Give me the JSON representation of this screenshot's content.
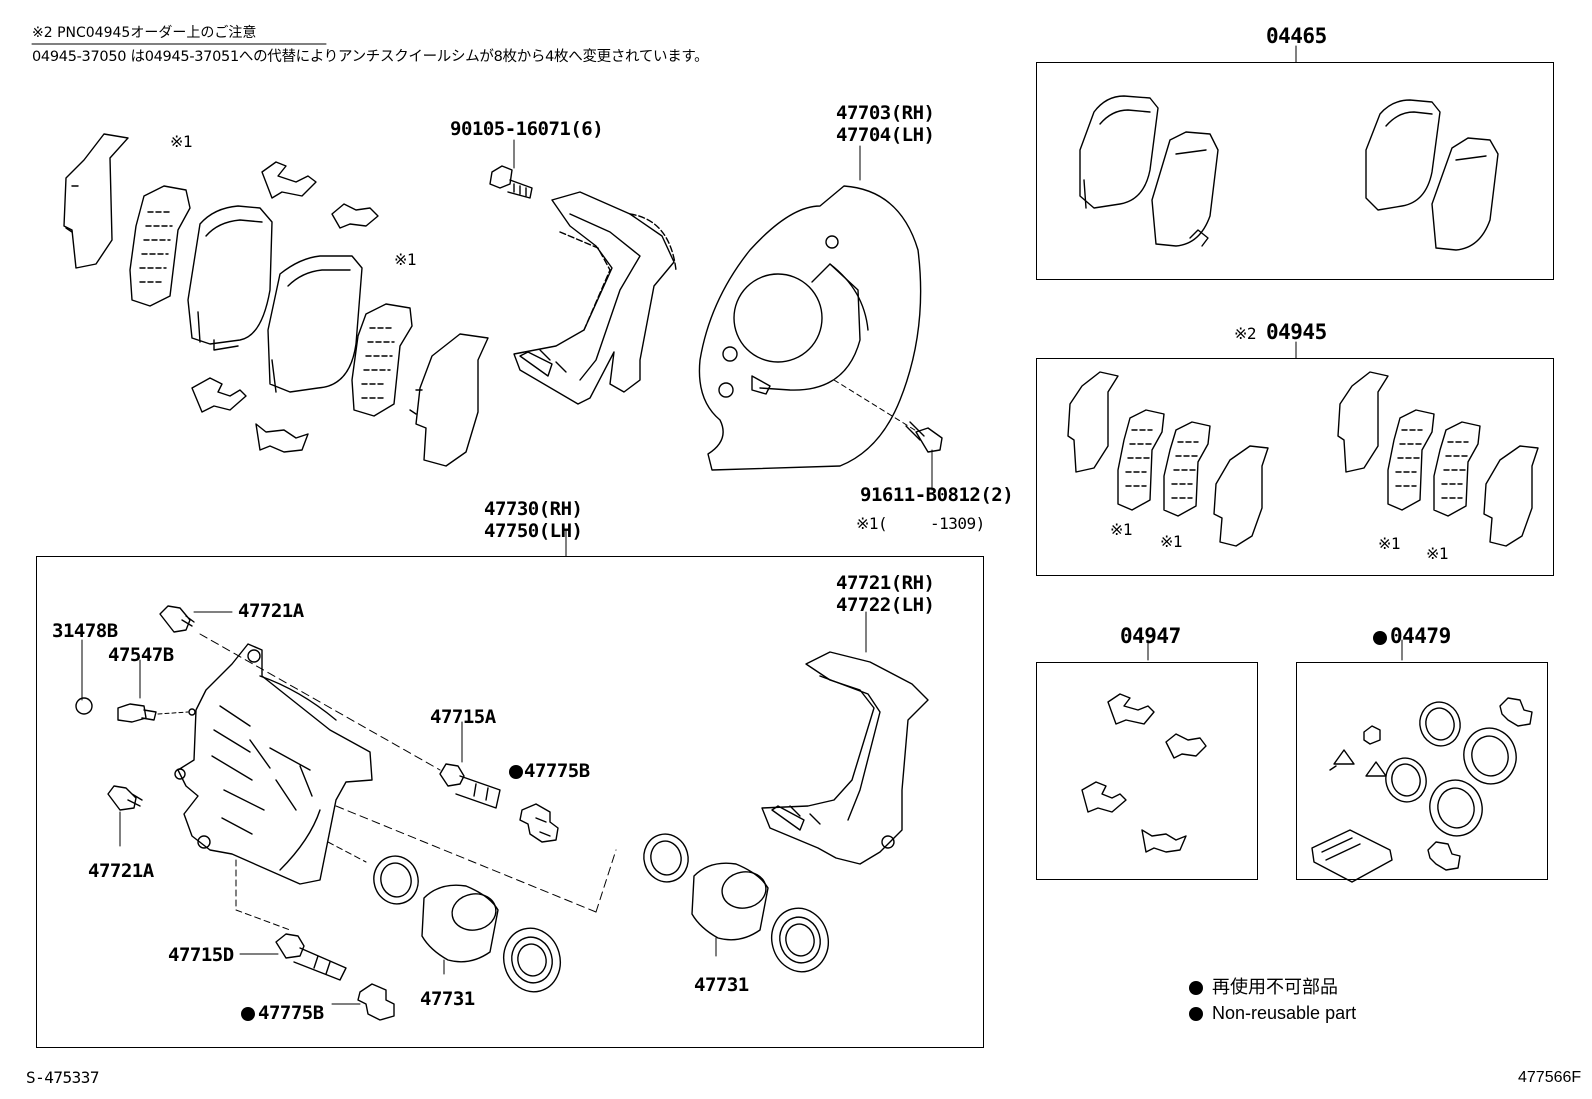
{
  "header": {
    "note_line1": "※2 PNC04945オーダー上のご注意",
    "note_line2": "04945-37050 は04945-37051への代替によりアンチスクイールシムが8枚から4枚へ変更されています。"
  },
  "labels": {
    "bolt_90105": "90105-16071(6)",
    "shield_rh": "47703(RH)",
    "shield_lh": "47704(LH)",
    "bolt_91611": "91611-B0812(2)",
    "note_1309_mark": "※1(",
    "note_1309_tail": "-1309)",
    "caliper_rh": "47730(RH)",
    "caliper_lh": "47750(LH)",
    "mount_rh": "47721(RH)",
    "mount_lh": "47722(LH)",
    "p31478b": "31478B",
    "p47547b": "47547B",
    "p47721a_top": "47721A",
    "p47721a_bot": "47721A",
    "p47715a": "47715A",
    "p47775b_top": "47775B",
    "p47715d": "47715D",
    "p47775b_bot": "47775B",
    "p47731_left": "47731",
    "p47731_right": "47731",
    "mark1_a": "※1",
    "mark1_b": "※1"
  },
  "kits": {
    "k04465": "04465",
    "k04945_prefix": "※2",
    "k04945": "04945",
    "k04945_marks": [
      "※1",
      "※1",
      "※1",
      "※1"
    ],
    "k04947": "04947",
    "k04479": "04479"
  },
  "legend": {
    "jp": "再使用不可部品",
    "en": "Non-reusable part"
  },
  "footer": {
    "left_code": "S-475337",
    "right_code": "477566F"
  }
}
